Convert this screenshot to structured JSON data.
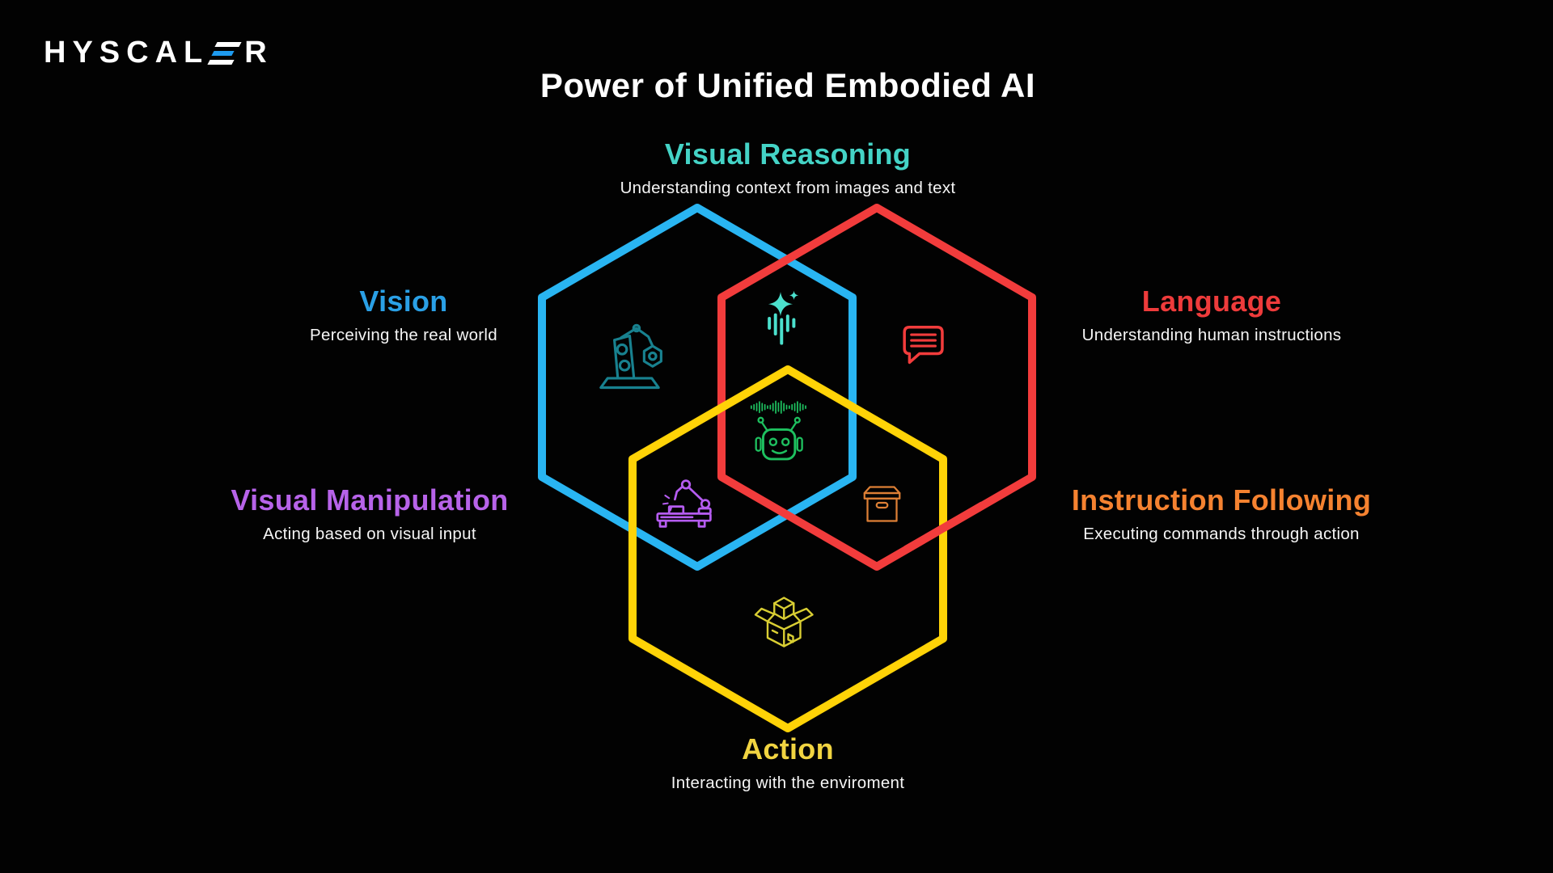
{
  "logo": {
    "prefix": "HYSCAL",
    "suffix": "R",
    "accent": "#1e9bf0"
  },
  "header": {
    "title": "Power of Unified Embodied AI"
  },
  "sections": {
    "visual_reasoning": {
      "label": "Visual Reasoning",
      "desc": "Understanding context from images and text",
      "color": "#44d3c6"
    },
    "vision": {
      "label": "Vision",
      "desc": "Perceiving the real world",
      "color": "#2aa0e6"
    },
    "language": {
      "label": "Language",
      "desc": "Understanding human instructions",
      "color": "#ee3b3b"
    },
    "visual_manipulation": {
      "label": "Visual Manipulation",
      "desc": "Acting based on visual input",
      "color": "#b763e9"
    },
    "instruction_following": {
      "label": "Instruction Following",
      "desc": "Executing commands through action",
      "color": "#f58230"
    },
    "action": {
      "label": "Action",
      "desc": "Interacting with the enviroment",
      "color": "#f1d441"
    }
  },
  "hexagons": {
    "vision_color": "#29b5f2",
    "language_color": "#f23c3c",
    "action_color": "#ffd307"
  },
  "icons": {
    "vision": {
      "name": "robot-arm-icon",
      "color": "#18818f"
    },
    "visual_reasoning": {
      "name": "ai-sparkle-soundbars-icon",
      "color": "#4be0cd"
    },
    "language": {
      "name": "chat-bubble-icon",
      "color": "#f23c3c"
    },
    "center": {
      "name": "voice-robot-head-icon",
      "color": "#1ec05f"
    },
    "visual_manipulation": {
      "name": "assembly-robot-arm-icon",
      "color": "#b55cf0"
    },
    "instruction_following": {
      "name": "storage-box-icon",
      "color": "#dd7f35"
    },
    "action": {
      "name": "open-package-icon",
      "color": "#d9ce33"
    }
  }
}
